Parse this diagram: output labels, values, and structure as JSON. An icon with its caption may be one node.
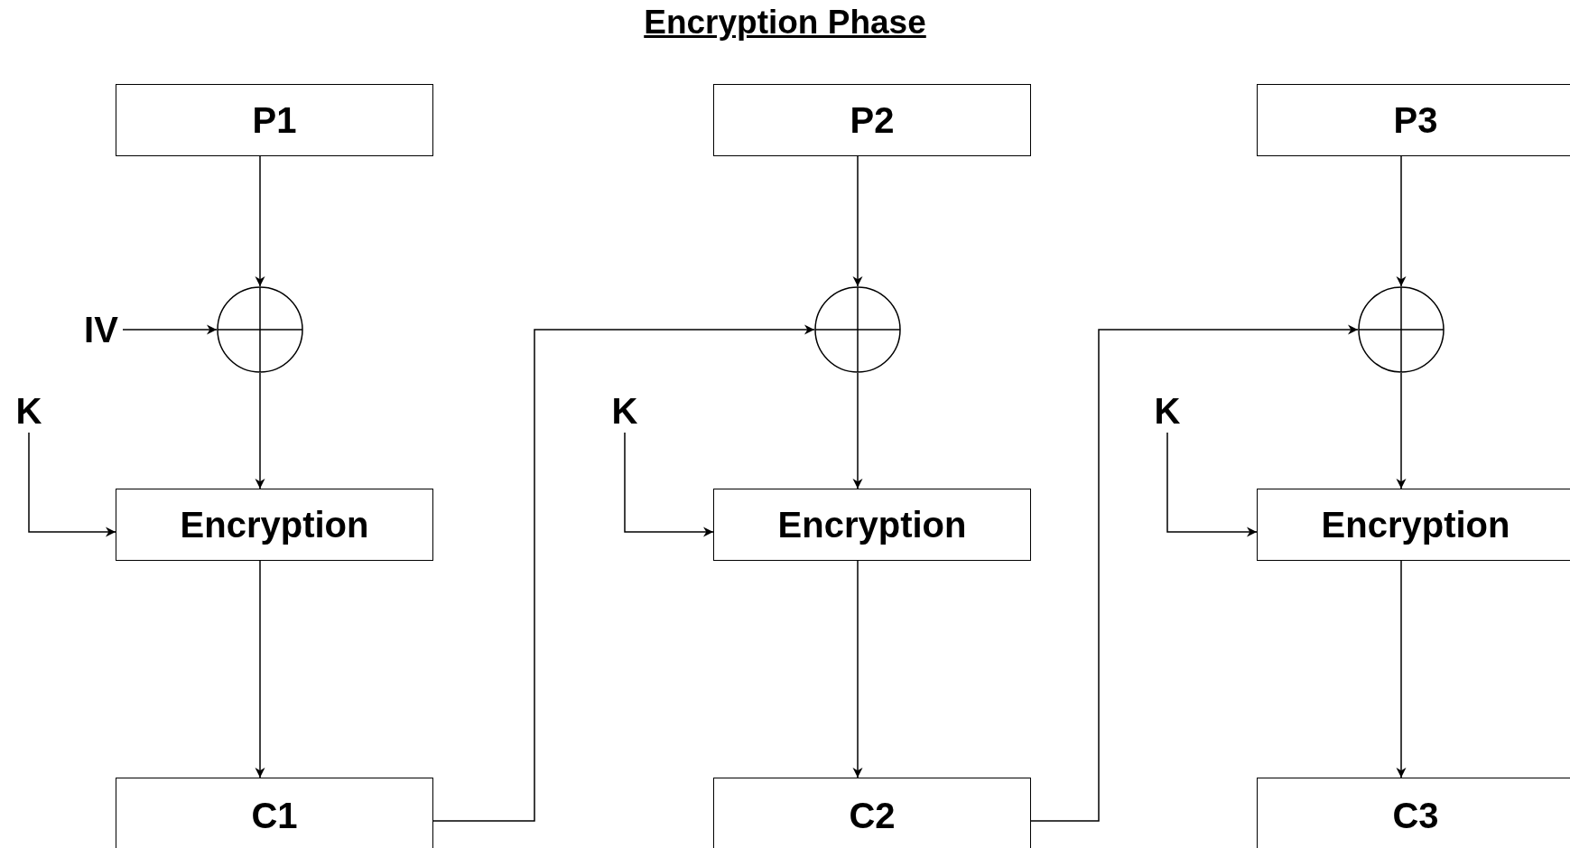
{
  "diagram": {
    "title": "Encryption Phase",
    "nodes": [
      {
        "text": [
          "P1"
        ]
      },
      {
        "text": [],
        "shape": "circle"
      },
      {
        "text": [
          "IV"
        ]
      },
      {
        "text": [
          "K"
        ]
      },
      {
        "text": [
          "Encryption"
        ]
      },
      {
        "text": [
          "C1"
        ]
      },
      {
        "text": [
          "P2"
        ]
      },
      {
        "text": [],
        "shape": "circle"
      },
      {
        "text": [
          "K"
        ]
      },
      {
        "text": [
          "Encryption"
        ]
      },
      {
        "text": [
          "C2"
        ]
      },
      {
        "text": [
          "P3"
        ]
      },
      {
        "text": [],
        "shape": "circle"
      },
      {
        "text": [
          "K"
        ]
      },
      {
        "text": [
          "Encryption"
        ]
      },
      {
        "text": [
          "C3"
        ]
      }
    ],
    "edges": [
      {
        "from": 0,
        "to": 1,
        "arrow": "to"
      },
      {
        "from": 2,
        "to": 1,
        "arrow": "to"
      },
      {
        "from": 1,
        "to": 4,
        "arrow": "to"
      },
      {
        "from": 3,
        "to": 4,
        "arrow": "to"
      },
      {
        "from": 4,
        "to": 5,
        "arrow": "to"
      },
      {
        "from": 5,
        "to": 7,
        "arrow": "to"
      },
      {
        "from": 6,
        "to": 7,
        "arrow": "to"
      },
      {
        "from": 7,
        "to": 9,
        "arrow": "to"
      },
      {
        "from": 8,
        "to": 9,
        "arrow": "to"
      },
      {
        "from": 9,
        "to": 10,
        "arrow": "to"
      },
      {
        "from": 10,
        "to": 12,
        "arrow": "to"
      },
      {
        "from": 11,
        "to": 12,
        "arrow": "to"
      },
      {
        "from": 12,
        "to": 14,
        "arrow": "to"
      },
      {
        "from": 13,
        "to": 14,
        "arrow": "to"
      },
      {
        "from": 14,
        "to": 15,
        "arrow": "to"
      }
    ]
  }
}
